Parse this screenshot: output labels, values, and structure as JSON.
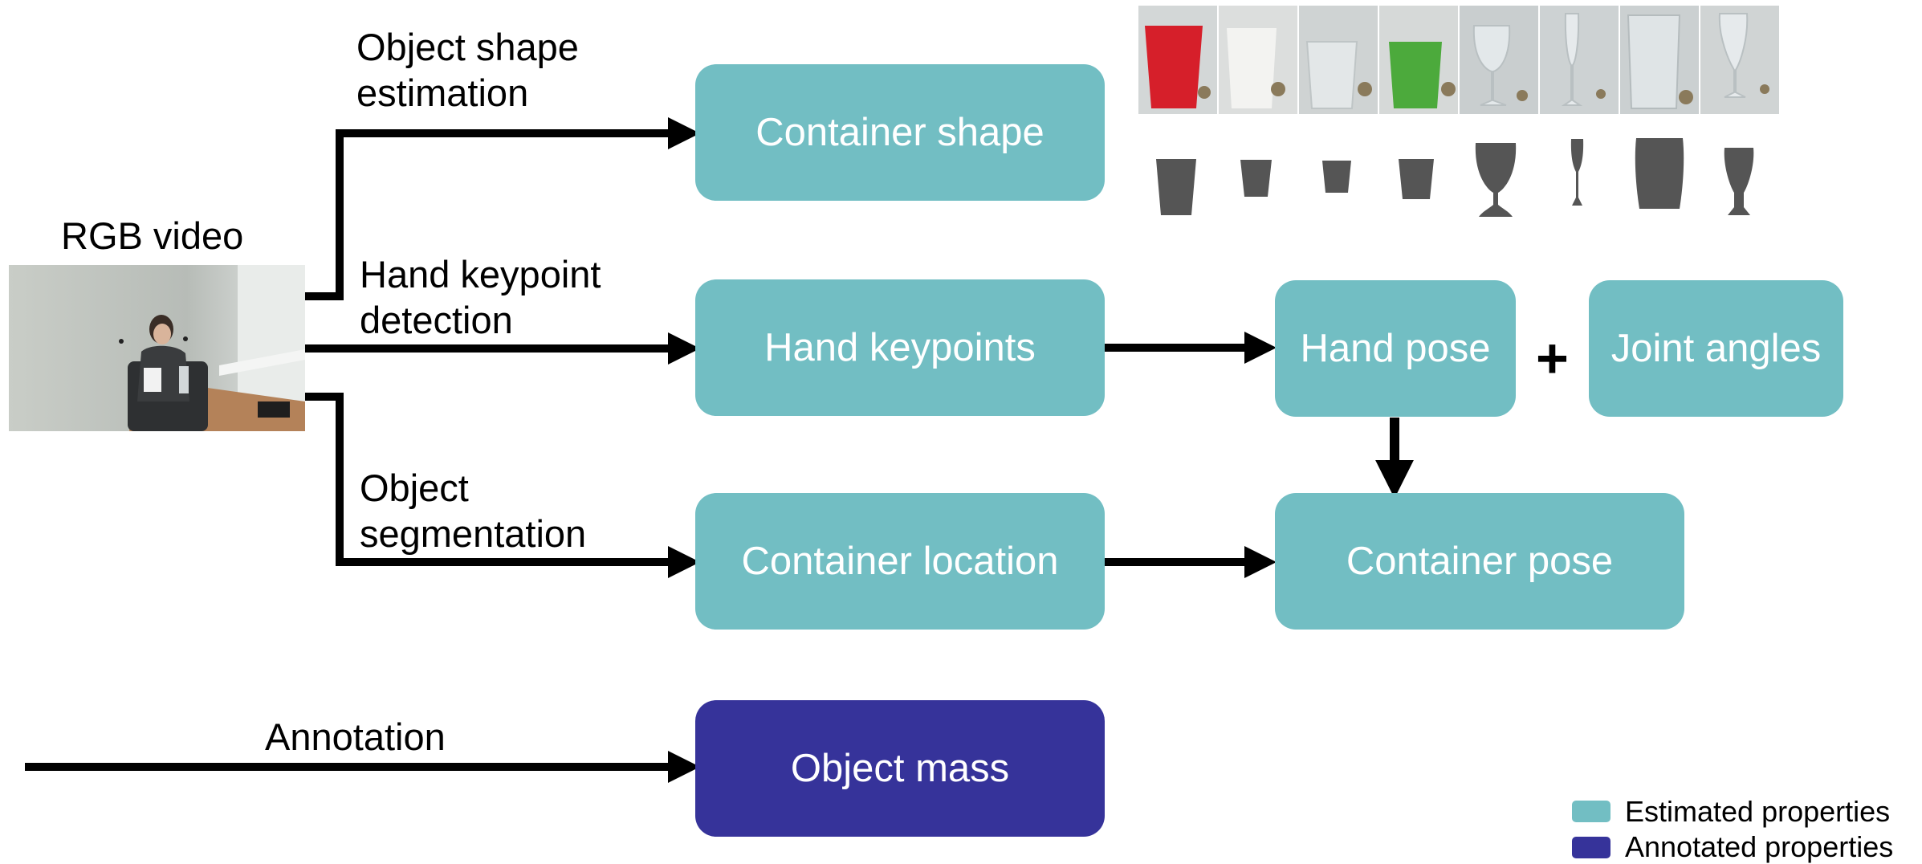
{
  "input": {
    "title": "RGB video"
  },
  "branches": {
    "shape": "Object shape\nestimation",
    "keypoints": "Hand keypoint\ndetection",
    "segmentation": "Object\nsegmentation",
    "annotation": "Annotation"
  },
  "boxes": {
    "container_shape": "Container shape",
    "hand_keypoints": "Hand keypoints",
    "container_location": "Container location",
    "object_mass": "Object mass",
    "hand_pose": "Hand pose",
    "joint_angles": "Joint angles",
    "container_pose": "Container pose"
  },
  "plus": "+",
  "legend": {
    "estimated": "Estimated properties",
    "annotated": "Annotated properties"
  },
  "colors": {
    "estimated": "#72bec3",
    "annotated": "#36339a"
  },
  "containers": [
    {
      "kind": "red plastic cup",
      "color": "#d61f2a"
    },
    {
      "kind": "white paper cup",
      "color": "#f2f2f0"
    },
    {
      "kind": "clear tumbler",
      "color": "#e3e7e8"
    },
    {
      "kind": "green glass",
      "color": "#4caa3c"
    },
    {
      "kind": "wine glass",
      "color": "#dfe5e8"
    },
    {
      "kind": "champagne flute",
      "color": "#e3e8ea"
    },
    {
      "kind": "large glass",
      "color": "#dfe4e6"
    },
    {
      "kind": "beer glass",
      "color": "#e6eaec"
    }
  ]
}
